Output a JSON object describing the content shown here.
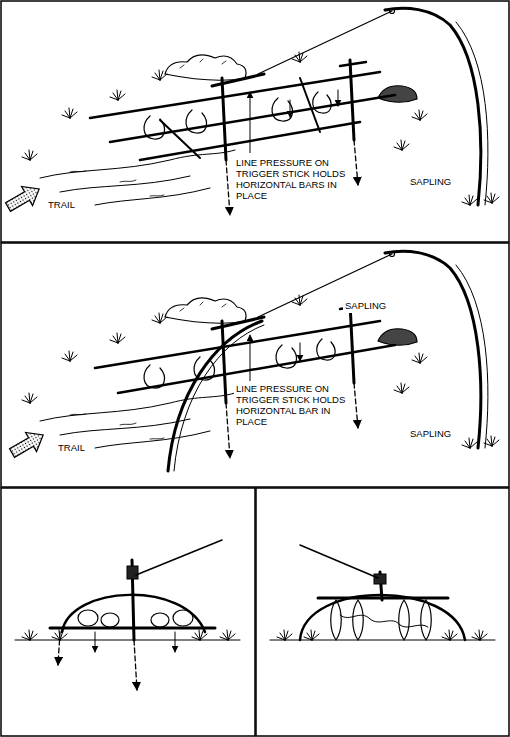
{
  "diagram": {
    "labels": [
      "LINE PRESSURE ON TRIGGER STICK HOLDS HORIZONTAL BARS IN PLACE",
      "SAPLING",
      "TRAIL",
      "SAPLING",
      "LINE PRESSURE ON TRIGGER STICK HOLDS HORIZONTAL BAR IN PLACE",
      "SAPLING",
      "TRAIL"
    ]
  }
}
